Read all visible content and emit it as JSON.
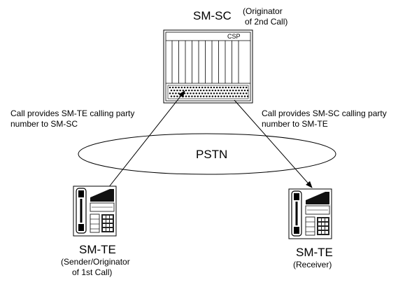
{
  "sc": {
    "title": "SM-SC",
    "note_line1": "(Originator",
    "note_line2": "of 2nd Call)",
    "csp_label": "CSP"
  },
  "cloud": {
    "label": "PSTN"
  },
  "arrows": {
    "left_line1": "Call provides SM-TE calling party",
    "left_line2": "number to SM-SC",
    "right_line1": "Call provides SM-SC calling party",
    "right_line2": "number to SM-TE"
  },
  "sender": {
    "title": "SM-TE",
    "line1": "(Sender/Originator",
    "line2": "of 1st Call)"
  },
  "receiver": {
    "title": "SM-TE",
    "line1": "(Receiver)"
  }
}
